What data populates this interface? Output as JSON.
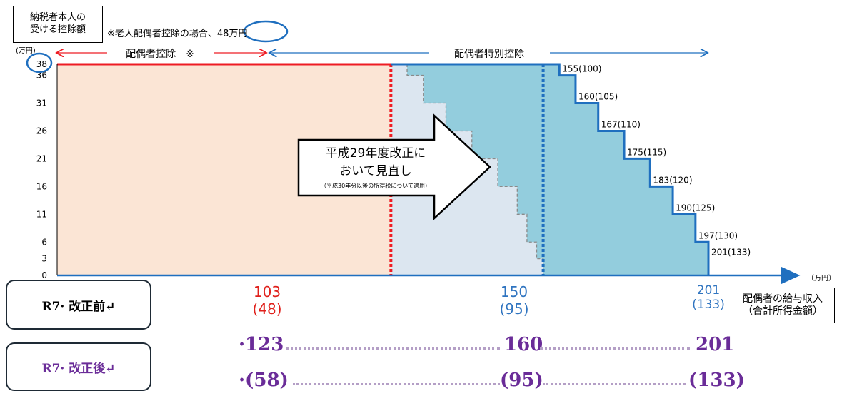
{
  "taxpayer_box": "納税者本人の\n受ける控除額",
  "elderly_note": "※老人配偶者控除の場合、",
  "elderly_amount": "48万円",
  "unit_label": "(万円)",
  "spouse_deduction_label": "配偶者控除　※",
  "special_deduction_label": "配偶者特別控除",
  "reform_arrow": {
    "line1": "平成29年度改正に",
    "line2": "おいて見直し",
    "line3": "（平成30年分以後の所得税について適用）"
  },
  "x_unit": "（万円）",
  "income_box": "配偶者の給与収入\n（合計所得金額）",
  "before": {
    "label": "R7· 改正前↵",
    "values": [
      {
        "top": "103",
        "bottom": "(48)"
      },
      {
        "top": "150",
        "bottom": "(95)"
      },
      {
        "top": "201",
        "bottom": "(133)"
      }
    ]
  },
  "after": {
    "label": "R7· 改正後↵",
    "row1": [
      "·123",
      "160",
      "201"
    ],
    "row2": [
      "·(58)",
      "(95)",
      "(133)"
    ]
  },
  "colors": {
    "peach": "#fbe5d5",
    "light_blue": "#dce6f0",
    "teal": "#93cddd",
    "red": "#ee1c24",
    "blue": "#1f6fbf",
    "purple": "#6a2c98"
  },
  "chart_data": {
    "type": "area",
    "y_ticks": [
      0,
      3,
      6,
      11,
      16,
      21,
      26,
      31,
      36,
      38
    ],
    "ylim": [
      0,
      38
    ],
    "xlim": [
      0,
      235
    ],
    "spouse_deduction": {
      "x_end": 103,
      "value": 38
    },
    "current_steps": [
      {
        "x": 150,
        "y": 38,
        "label": ""
      },
      {
        "x": 155,
        "y": 36,
        "label": "155(100)"
      },
      {
        "x": 160,
        "y": 31,
        "label": "160(105)"
      },
      {
        "x": 167,
        "y": 26,
        "label": "167(110)"
      },
      {
        "x": 175,
        "y": 21,
        "label": "175(115)"
      },
      {
        "x": 183,
        "y": 16,
        "label": "183(120)"
      },
      {
        "x": 190,
        "y": 11,
        "label": "190(125)"
      },
      {
        "x": 197,
        "y": 6,
        "label": "197(130)"
      },
      {
        "x": 201,
        "y": 3,
        "label": "201(133)"
      },
      {
        "x": 201,
        "y": 0,
        "label": ""
      }
    ],
    "old_steps": [
      {
        "x": 108,
        "y": 36
      },
      {
        "x": 113,
        "y": 31
      },
      {
        "x": 120,
        "y": 26
      },
      {
        "x": 128,
        "y": 21
      },
      {
        "x": 136,
        "y": 16
      },
      {
        "x": 142,
        "y": 11
      },
      {
        "x": 145,
        "y": 6
      },
      {
        "x": 148,
        "y": 3
      },
      {
        "x": 150,
        "y": 0
      }
    ]
  }
}
